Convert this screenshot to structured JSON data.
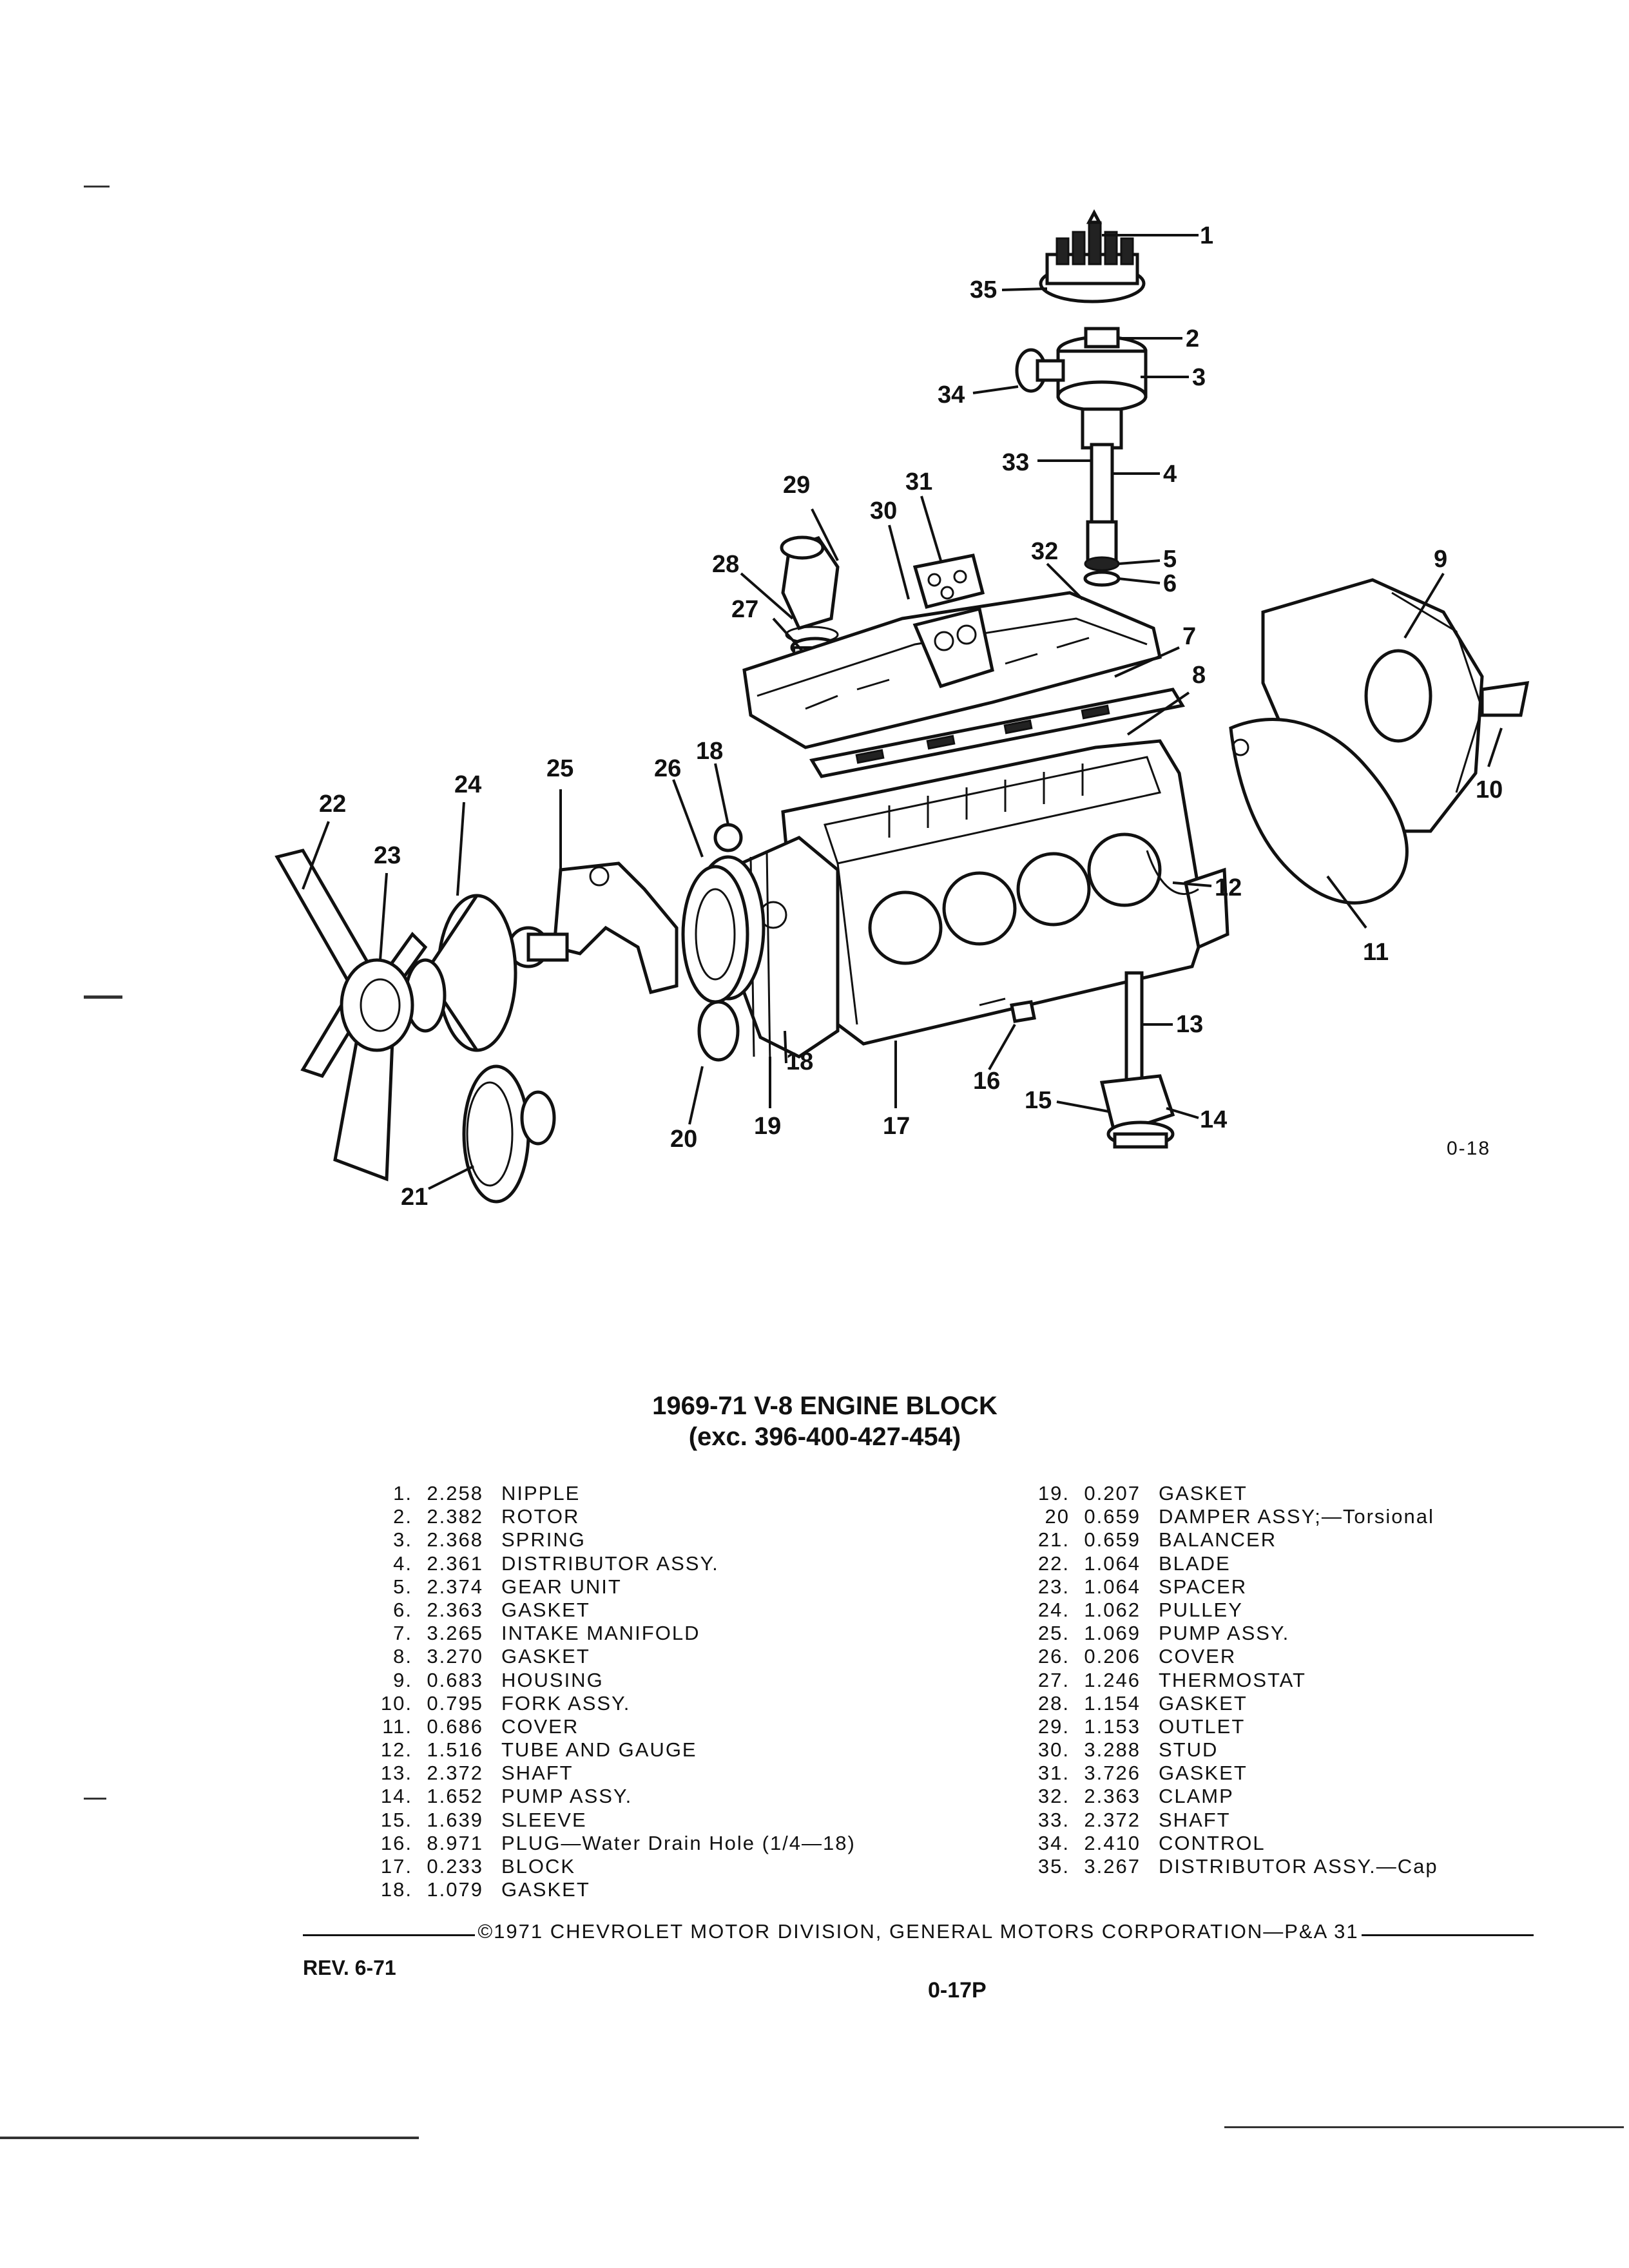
{
  "title": {
    "line1": "1969-71 V-8 ENGINE BLOCK",
    "line2": "(exc. 396-400-427-454)"
  },
  "figure_id": "0-18",
  "callouts": {
    "c1": "1",
    "c2": "2",
    "c3": "3",
    "c4": "4",
    "c5": "5",
    "c6": "6",
    "c7": "7",
    "c8": "8",
    "c9": "9",
    "c10": "10",
    "c11": "11",
    "c12": "12",
    "c13": "13",
    "c14": "14",
    "c15": "15",
    "c16": "16",
    "c17": "17",
    "c18a": "18",
    "c18b": "18",
    "c19": "19",
    "c20": "20",
    "c21": "21",
    "c22": "22",
    "c23": "23",
    "c24": "24",
    "c25": "25",
    "c26": "26",
    "c27": "27",
    "c28": "28",
    "c29": "29",
    "c30": "30",
    "c31": "31",
    "c32": "32",
    "c33": "33",
    "c34": "34",
    "c35": "35"
  },
  "parts_left": [
    {
      "num": "1.",
      "code": "2.258",
      "desc": "NIPPLE"
    },
    {
      "num": "2.",
      "code": "2.382",
      "desc": "ROTOR"
    },
    {
      "num": "3.",
      "code": "2.368",
      "desc": "SPRING"
    },
    {
      "num": "4.",
      "code": "2.361",
      "desc": "DISTRIBUTOR ASSY."
    },
    {
      "num": "5.",
      "code": "2.374",
      "desc": "GEAR UNIT"
    },
    {
      "num": "6.",
      "code": "2.363",
      "desc": "GASKET"
    },
    {
      "num": "7.",
      "code": "3.265",
      "desc": "INTAKE MANIFOLD"
    },
    {
      "num": "8.",
      "code": "3.270",
      "desc": "GASKET"
    },
    {
      "num": "9.",
      "code": "0.683",
      "desc": "HOUSING"
    },
    {
      "num": "10.",
      "code": "0.795",
      "desc": "FORK ASSY."
    },
    {
      "num": "11.",
      "code": "0.686",
      "desc": "COVER"
    },
    {
      "num": "12.",
      "code": "1.516",
      "desc": "TUBE AND GAUGE"
    },
    {
      "num": "13.",
      "code": "2.372",
      "desc": "SHAFT"
    },
    {
      "num": "14.",
      "code": "1.652",
      "desc": "PUMP ASSY."
    },
    {
      "num": "15.",
      "code": "1.639",
      "desc": "SLEEVE"
    },
    {
      "num": "16.",
      "code": "8.971",
      "desc": "PLUG—Water Drain Hole (1/4—18)"
    },
    {
      "num": "17.",
      "code": "0.233",
      "desc": "BLOCK"
    },
    {
      "num": "18.",
      "code": "1.079",
      "desc": "GASKET"
    }
  ],
  "parts_right": [
    {
      "num": "19.",
      "code": "0.207",
      "desc": "GASKET"
    },
    {
      "num": "20",
      "code": "0.659",
      "desc": "DAMPER ASSY;—Torsional"
    },
    {
      "num": "21.",
      "code": "0.659",
      "desc": "BALANCER"
    },
    {
      "num": "22.",
      "code": "1.064",
      "desc": "BLADE"
    },
    {
      "num": "23.",
      "code": "1.064",
      "desc": "SPACER"
    },
    {
      "num": "24.",
      "code": "1.062",
      "desc": "PULLEY"
    },
    {
      "num": "25.",
      "code": "1.069",
      "desc": "PUMP ASSY."
    },
    {
      "num": "26.",
      "code": "0.206",
      "desc": "COVER"
    },
    {
      "num": "27.",
      "code": "1.246",
      "desc": "THERMOSTAT"
    },
    {
      "num": "28.",
      "code": "1.154",
      "desc": "GASKET"
    },
    {
      "num": "29.",
      "code": "1.153",
      "desc": "OUTLET"
    },
    {
      "num": "30.",
      "code": "3.288",
      "desc": "STUD"
    },
    {
      "num": "31.",
      "code": "3.726",
      "desc": "GASKET"
    },
    {
      "num": "32.",
      "code": "2.363",
      "desc": "CLAMP"
    },
    {
      "num": "33.",
      "code": "2.372",
      "desc": "SHAFT"
    },
    {
      "num": "34.",
      "code": "2.410",
      "desc": "CONTROL"
    },
    {
      "num": "35.",
      "code": "3.267",
      "desc": "DISTRIBUTOR ASSY.—Cap"
    }
  ],
  "footer": {
    "copyright": "©1971 CHEVROLET MOTOR DIVISION, GENERAL MOTORS CORPORATION—P&A 31",
    "revision": "REV. 6-71",
    "page_number": "0-17P"
  }
}
